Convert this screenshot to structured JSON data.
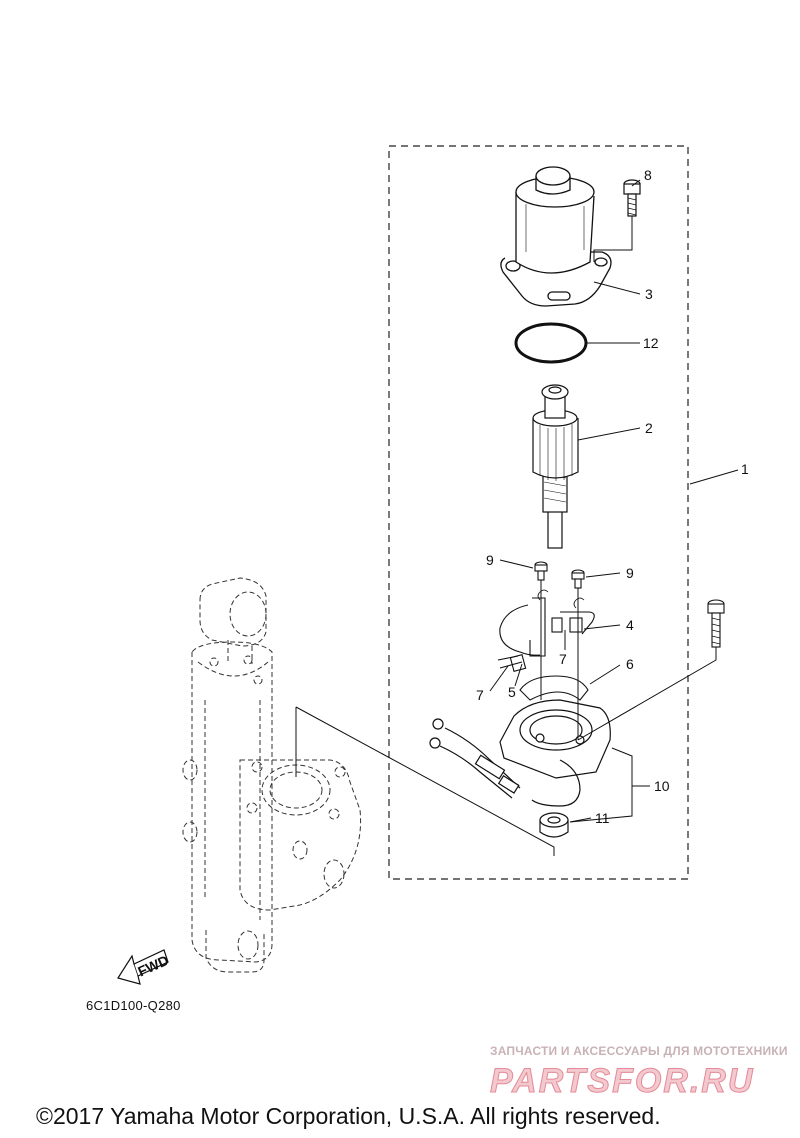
{
  "diagram": {
    "callouts": {
      "c1": "1",
      "c2": "2",
      "c3": "3",
      "c4": "4",
      "c5": "5",
      "c6": "6",
      "c7a": "7",
      "c7b": "7",
      "c8": "8",
      "c9a": "9",
      "c9b": "9",
      "c10": "10",
      "c11": "11",
      "c12": "12"
    },
    "fwd_label": "FWD",
    "drawing_code": "6C1D100-Q280"
  },
  "watermark": {
    "tagline": "ЗАПЧАСТИ И АКСЕССУАРЫ ДЛЯ МОТОТЕХНИКИ",
    "logo_text": "PARTSFOR.RU",
    "color": "#e03040"
  },
  "footer": {
    "copyright": "©2017 Yamaha Motor Corporation, U.S.A. All rights reserved."
  }
}
